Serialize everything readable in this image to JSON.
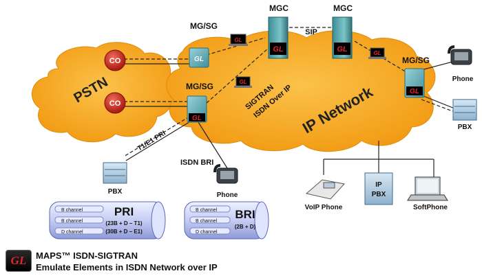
{
  "brand": {
    "logo_text": "GL",
    "accent": "#e0262b",
    "cloud_color": "#f6a51c"
  },
  "clouds": {
    "pstn": "PSTN",
    "ip": "IP Network"
  },
  "nodes": {
    "co_top": "CO",
    "co_bottom": "CO",
    "mgsg_top": "MG/SG",
    "mgsg_left": "MG/SG",
    "mgsg_right": "MG/SG",
    "mgc_left": "MGC",
    "mgc_right": "MGC",
    "phone_right": "Phone",
    "phone_bottom": "Phone",
    "pbx_left": "PBX",
    "pbx_right": "PBX",
    "voip_phone": "VoIP Phone",
    "ip_pbx_line1": "IP",
    "ip_pbx_line2": "PBX",
    "softphone": "SoftPhone"
  },
  "links": {
    "sip": "SIP",
    "sigtran_line1": "SIGTRAN",
    "sigtran_line2": "ISDN Over IP",
    "t1e1": "T1/E1 PRI",
    "isdn_bri": "ISDN BRI"
  },
  "pri": {
    "title": "PRI",
    "channels": [
      "B channel",
      "B channel",
      "D channel"
    ],
    "formula1": "(23B + D – T1)",
    "formula2": "(30B + D – E1)"
  },
  "bri": {
    "title": "BRI",
    "channels": [
      "B channel",
      "B channel",
      "D channel"
    ],
    "formula": "(2B + D)"
  },
  "footer": {
    "logo": "GL",
    "title": "MAPS™ ISDN-SIGTRAN",
    "subtitle": "Emulate Elements in ISDN Network over IP"
  }
}
